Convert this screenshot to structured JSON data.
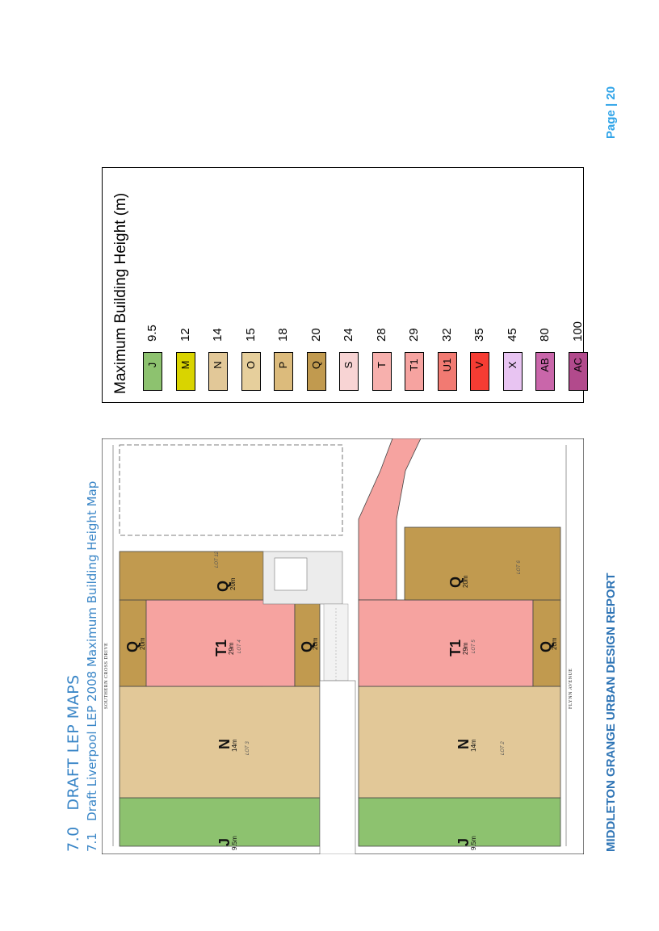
{
  "section": {
    "number": "7.0",
    "title": "DRAFT LEP MAPS",
    "sub_number": "7.1",
    "subtitle": "Draft Liverpool LEP 2008 Maximum Building Height Map"
  },
  "footer": {
    "report_title": "MIDDLETON GRANGE URBAN DESIGN REPORT",
    "page_label": "Page | 20"
  },
  "legend": {
    "title": "Maximum Building Height (m)",
    "items": [
      {
        "code": "J",
        "value": "9.5",
        "color": "#8dc26f"
      },
      {
        "code": "M",
        "value": "12",
        "color": "#d9d400"
      },
      {
        "code": "N",
        "value": "14",
        "color": "#e2c898"
      },
      {
        "code": "O",
        "value": "15",
        "color": "#e6cf9c"
      },
      {
        "code": "P",
        "value": "18",
        "color": "#dcbb7c"
      },
      {
        "code": "Q",
        "value": "20",
        "color": "#c19a4f"
      },
      {
        "code": "S",
        "value": "24",
        "color": "#f8d4d4"
      },
      {
        "code": "T",
        "value": "28",
        "color": "#f7b0ad"
      },
      {
        "code": "T1",
        "value": "29",
        "color": "#f6a3a0"
      },
      {
        "code": "U1",
        "value": "32",
        "color": "#f27a72"
      },
      {
        "code": "V",
        "value": "35",
        "color": "#f53c33"
      },
      {
        "code": "X",
        "value": "45",
        "color": "#e8c4f2"
      },
      {
        "code": "AB",
        "value": "80",
        "color": "#c966aa"
      },
      {
        "code": "AC",
        "value": "100",
        "color": "#b24a8c"
      }
    ]
  },
  "map": {
    "roads": {
      "north": "SOUTHERN CROSS DRIVE",
      "south": "FLYNN AVENUE"
    },
    "zones": {
      "j_top": {
        "code": "J",
        "height": "9.5m"
      },
      "n_top": {
        "code": "N",
        "height": "14m",
        "lot": "LOT 3"
      },
      "q_top_left": {
        "code": "Q",
        "height": "20m"
      },
      "t1_top": {
        "code": "T1",
        "height": "29m",
        "lot": "LOT 4"
      },
      "q_top_bottom": {
        "code": "Q",
        "height": "20m"
      },
      "q_top_right": {
        "code": "Q",
        "height": "20m",
        "lot": "LOT 12"
      },
      "j_bot": {
        "code": "J",
        "height": "9.5m"
      },
      "n_bot": {
        "code": "N",
        "height": "14m",
        "lot": "LOT 2"
      },
      "t1_bot": {
        "code": "T1",
        "height": "29m",
        "lot": "LOT 5"
      },
      "q_bot_left": {
        "code": "Q",
        "height": "20m"
      },
      "q_bot_right": {
        "code": "Q",
        "height": "20m",
        "lot": "LOT 6"
      }
    }
  }
}
